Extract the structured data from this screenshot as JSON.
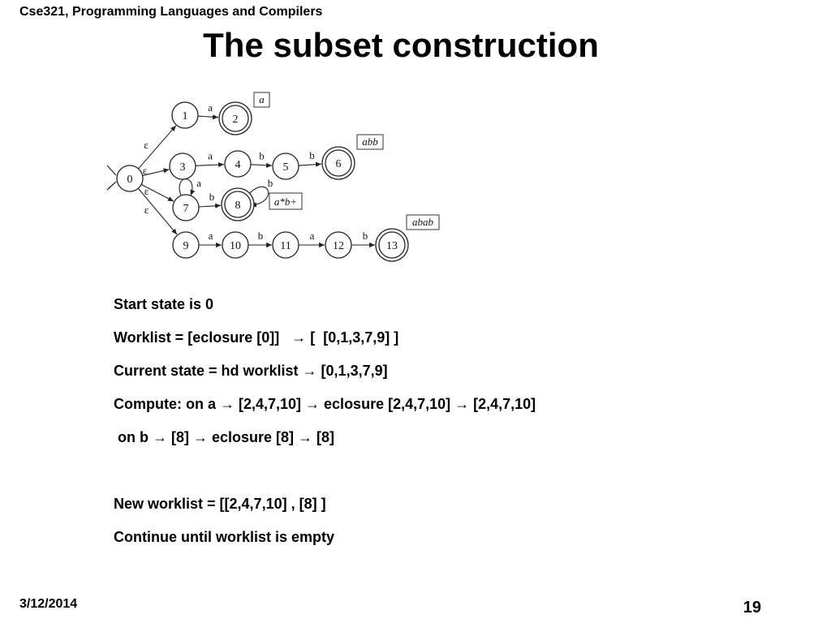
{
  "header": {
    "course": "Cse321, Programming Languages and Compilers",
    "title": "The subset construction"
  },
  "nfa": {
    "states": [
      {
        "id": "0",
        "accept": false
      },
      {
        "id": "1",
        "accept": false
      },
      {
        "id": "2",
        "accept": true
      },
      {
        "id": "3",
        "accept": false
      },
      {
        "id": "4",
        "accept": false
      },
      {
        "id": "5",
        "accept": false
      },
      {
        "id": "6",
        "accept": true
      },
      {
        "id": "7",
        "accept": false
      },
      {
        "id": "8",
        "accept": true
      },
      {
        "id": "9",
        "accept": false
      },
      {
        "id": "10",
        "accept": false
      },
      {
        "id": "11",
        "accept": false
      },
      {
        "id": "12",
        "accept": false
      },
      {
        "id": "13",
        "accept": true
      }
    ],
    "transitions": [
      {
        "from": "0",
        "to": "1",
        "label": "ε"
      },
      {
        "from": "0",
        "to": "3",
        "label": "ε"
      },
      {
        "from": "0",
        "to": "7",
        "label": "ε"
      },
      {
        "from": "0",
        "to": "9",
        "label": "ε"
      },
      {
        "from": "1",
        "to": "2",
        "label": "a"
      },
      {
        "from": "3",
        "to": "4",
        "label": "a"
      },
      {
        "from": "4",
        "to": "5",
        "label": "b"
      },
      {
        "from": "5",
        "to": "6",
        "label": "b"
      },
      {
        "from": "7",
        "to": "7",
        "label": "a"
      },
      {
        "from": "7",
        "to": "8",
        "label": "b"
      },
      {
        "from": "8",
        "to": "8",
        "label": "b"
      },
      {
        "from": "9",
        "to": "10",
        "label": "a"
      },
      {
        "from": "10",
        "to": "11",
        "label": "b"
      },
      {
        "from": "11",
        "to": "12",
        "label": "a"
      },
      {
        "from": "12",
        "to": "13",
        "label": "b"
      }
    ],
    "tags": [
      {
        "state": "2",
        "text": "a"
      },
      {
        "state": "6",
        "text": "abb"
      },
      {
        "state": "8",
        "text": "a*b+"
      },
      {
        "state": "13",
        "text": "abab"
      }
    ]
  },
  "body": {
    "lines": [
      "Start state is 0",
      "Worklist = [eclosure [0]]   → [  [0,1,3,7,9] ]",
      "Current state = hd worklist → [0,1,3,7,9]",
      "Compute: on a → [2,4,7,10] → eclosure [2,4,7,10] → [2,4,7,10]",
      " on b → [8] → eclosure [8] → [8]",
      "",
      "New worklist = [[2,4,7,10] , [8] ]",
      "Continue until worklist is empty"
    ]
  },
  "footer": {
    "date": "3/12/2014",
    "page": "19"
  }
}
